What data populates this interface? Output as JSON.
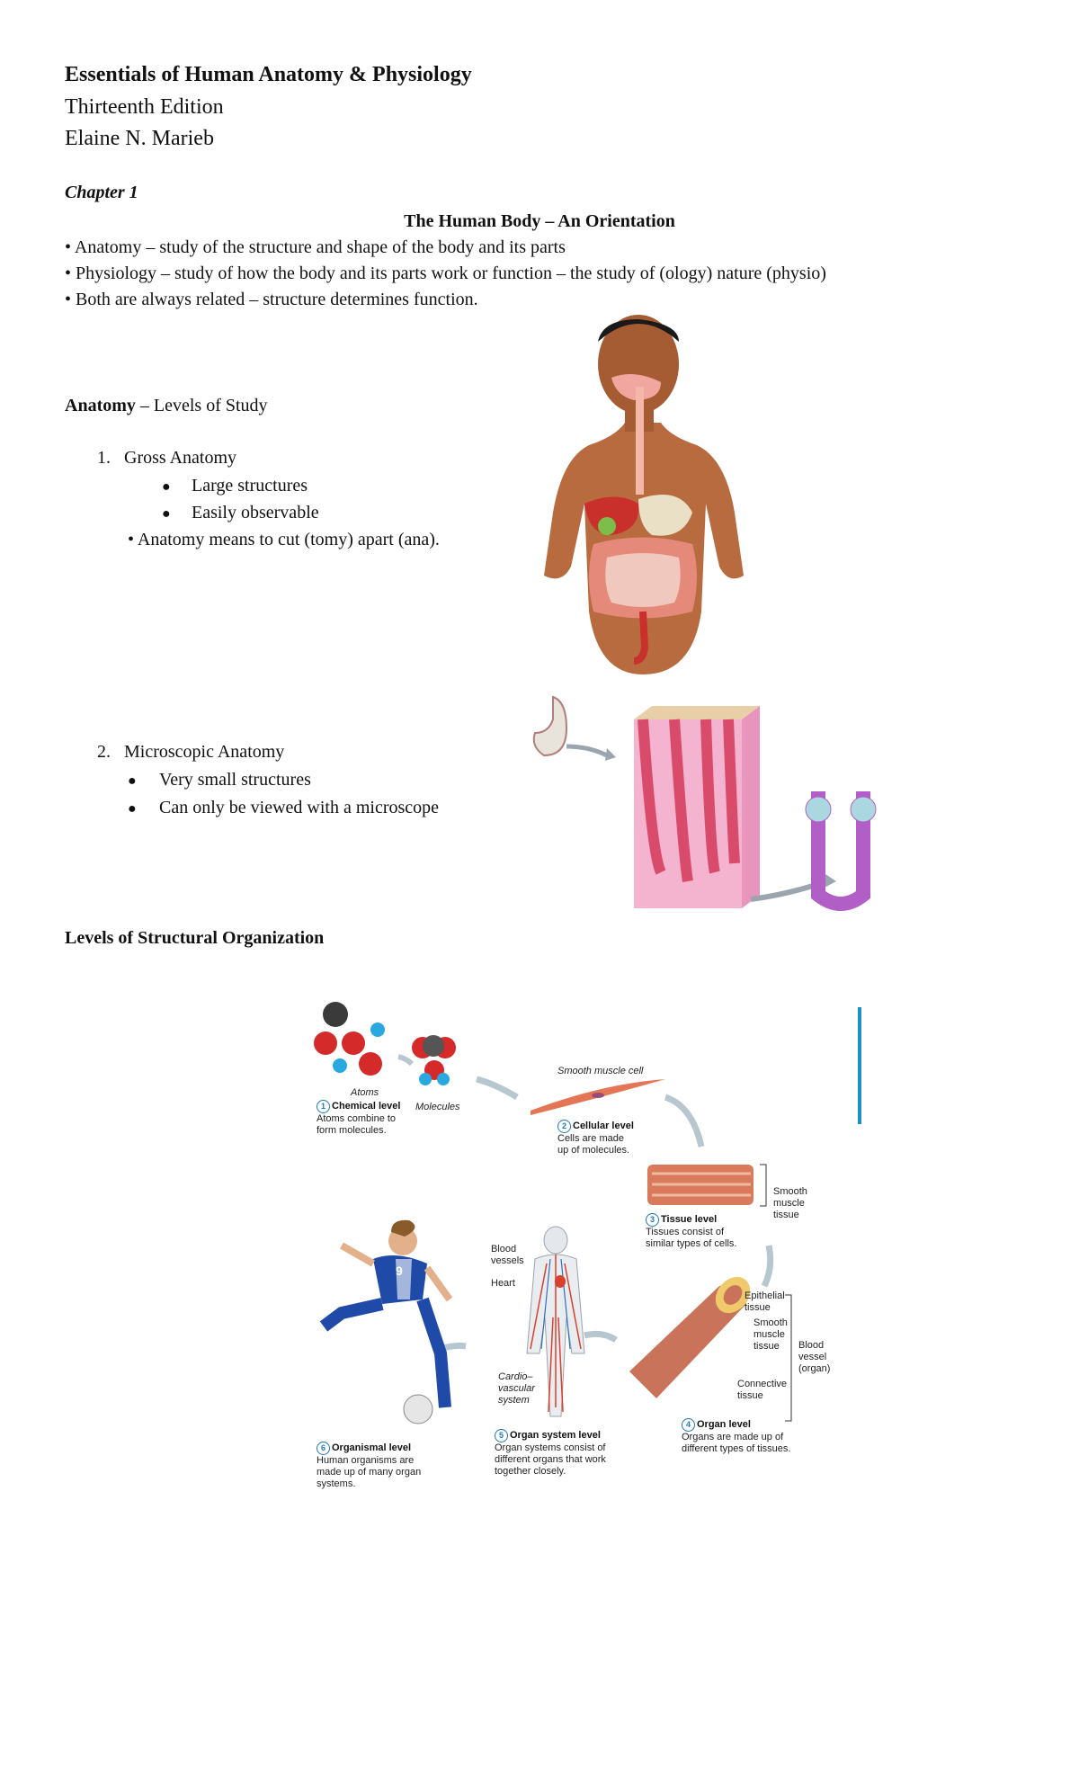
{
  "header": {
    "book_title": "Essentials of Human Anatomy & Physiology",
    "edition": "Thirteenth Edition",
    "author": "Elaine N. Marieb"
  },
  "chapter": {
    "label": "Chapter 1",
    "title": "The Human Body – An Orientation"
  },
  "intro_bullets": [
    "• Anatomy – study of the structure and shape of the body and its parts",
    "• Physiology – study of how the body and its parts work or function – the study of (ology) nature (physio)",
    "• Both are always related – structure determines function."
  ],
  "anatomy_section": {
    "heading_bold": "Anatomy",
    "heading_rest": " – Levels of Study",
    "item1": {
      "number": "1.",
      "label": "Gross Anatomy",
      "points": [
        "Large structures",
        "Easily observable"
      ],
      "note": "• Anatomy means to cut (tomy) apart  (ana)."
    },
    "item2": {
      "number": "2.",
      "label": "Microscopic Anatomy",
      "points": [
        "Very small structures",
        "Can only be viewed with a microscope"
      ]
    }
  },
  "levels_section": {
    "heading": "Levels of Structural Organization"
  },
  "figure": {
    "atoms": "Atoms",
    "molecules": "Molecules",
    "l1_title": "Chemical level",
    "l1_text": [
      "Atoms combine to",
      "form molecules."
    ],
    "smooth_muscle_cell": "Smooth muscle cell",
    "l2_title": "Cellular level",
    "l2_text": [
      "Cells are made",
      "up of molecules."
    ],
    "smooth_muscle_tissue": [
      "Smooth",
      "muscle",
      "tissue"
    ],
    "l3_title": "Tissue level",
    "l3_text": [
      "Tissues consist of",
      "similar types of cells."
    ],
    "epithelial": [
      "Epithelial",
      "tissue"
    ],
    "smooth_muscle2": [
      "Smooth",
      "muscle",
      "tissue"
    ],
    "blood_vessel": [
      "Blood",
      "vessel",
      "(organ)"
    ],
    "connective": [
      "Connective",
      "tissue"
    ],
    "l4_title": "Organ level",
    "l4_text": [
      "Organs are made up of",
      "different types of tissues."
    ],
    "blood_vessels": [
      "Blood",
      "vessels"
    ],
    "heart": "Heart",
    "cardio": [
      "Cardio–",
      "vascular",
      "system"
    ],
    "l5_title": "Organ system level",
    "l5_text": [
      "Organ systems consist of",
      "different organs that work",
      "together closely."
    ],
    "l6_title": "Organismal level",
    "l6_text": [
      "Human organisms are",
      "made up of many organ",
      "systems."
    ],
    "jersey_number": "9",
    "numbers": [
      "1",
      "2",
      "3",
      "4",
      "5",
      "6"
    ]
  },
  "colors": {
    "accent_blue": "#1f79b8",
    "organ_red": "#c9302c",
    "skin": "#b86b3e"
  }
}
